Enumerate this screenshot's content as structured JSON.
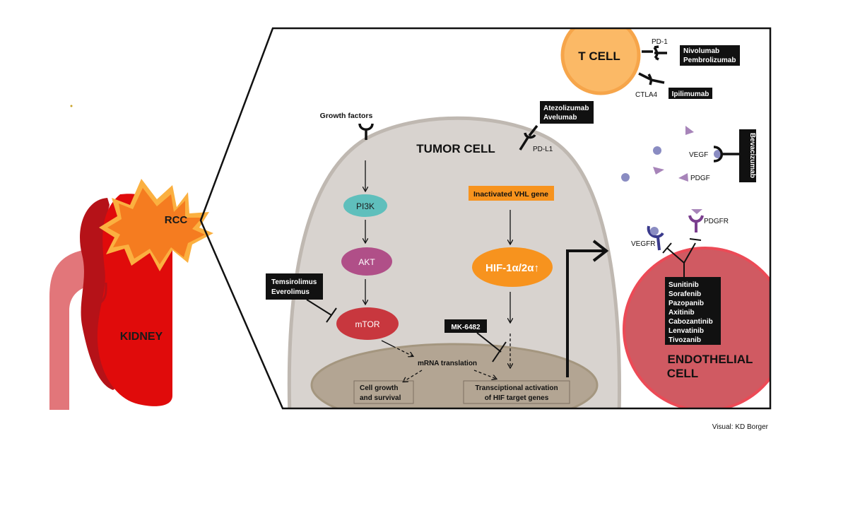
{
  "kidney": {
    "organ_label": "KIDNEY",
    "tumor_label": "RCC"
  },
  "tumor_cell": {
    "title": "TUMOR CELL",
    "growth_factors": "Growth factors",
    "pi3k": "PI3K",
    "akt": "AKT",
    "mtor": "mTOR",
    "mtor_inhibitors": [
      "Temsirolimus",
      "Everolimus"
    ],
    "vhl": "Inactivated VHL gene",
    "hif": "HIF-1α/2α↑",
    "hif_inhibitor": "MK-6482",
    "mrna": "mRNA translation",
    "cell_growth": [
      "Cell growth",
      "and survival"
    ],
    "transcription": [
      "Transciptional activation",
      "of HIF target genes"
    ],
    "pdl1": "PD-L1",
    "pdl1_inhibitors": [
      "Atezolizumab",
      "Avelumab"
    ]
  },
  "t_cell": {
    "title": "T CELL",
    "pd1": "PD-1",
    "ctla4": "CTLA4",
    "pd1_inhibitors": [
      "Nivolumab",
      "Pembrolizumab"
    ],
    "ctla4_inhibitor": "Ipilimumab"
  },
  "growth_ligands": {
    "vegf": "VEGF",
    "pdgf": "PDGF",
    "vegf_inhibitor": "Bevacizumab"
  },
  "endothelial": {
    "title": [
      "ENDOTHELIAL",
      "CELL"
    ],
    "vegfr": "VEGFR",
    "pdgfr": "PDGFR",
    "tki_drugs": [
      "Sunitinib",
      "Sorafenib",
      "Pazopanib",
      "Axitinib",
      "Cabozantinib",
      "Lenvatinib",
      "Tivozanib"
    ]
  },
  "credit": "Visual: KD Borger",
  "colors": {
    "kidney_red": "#e00b0b",
    "kidney_dark": "#b51218",
    "ureter": "#e2767a",
    "rcc_orange": "#f57c20",
    "rcc_yellow": "#fbb040",
    "cell_gray": "#d8d3cf",
    "nucleus": "#b3a593",
    "pi3k": "#5fbfbc",
    "akt": "#b04f88",
    "mtor": "#c8373e",
    "hif": "#f7931e",
    "tcell": "#fbb966",
    "endothelial": "#d05a62",
    "vegf_dot": "#8a8cc2",
    "pdgf_tri": "#a784b9",
    "vegfr": "#3a3a8c",
    "pdgfr": "#7a3e8e"
  }
}
